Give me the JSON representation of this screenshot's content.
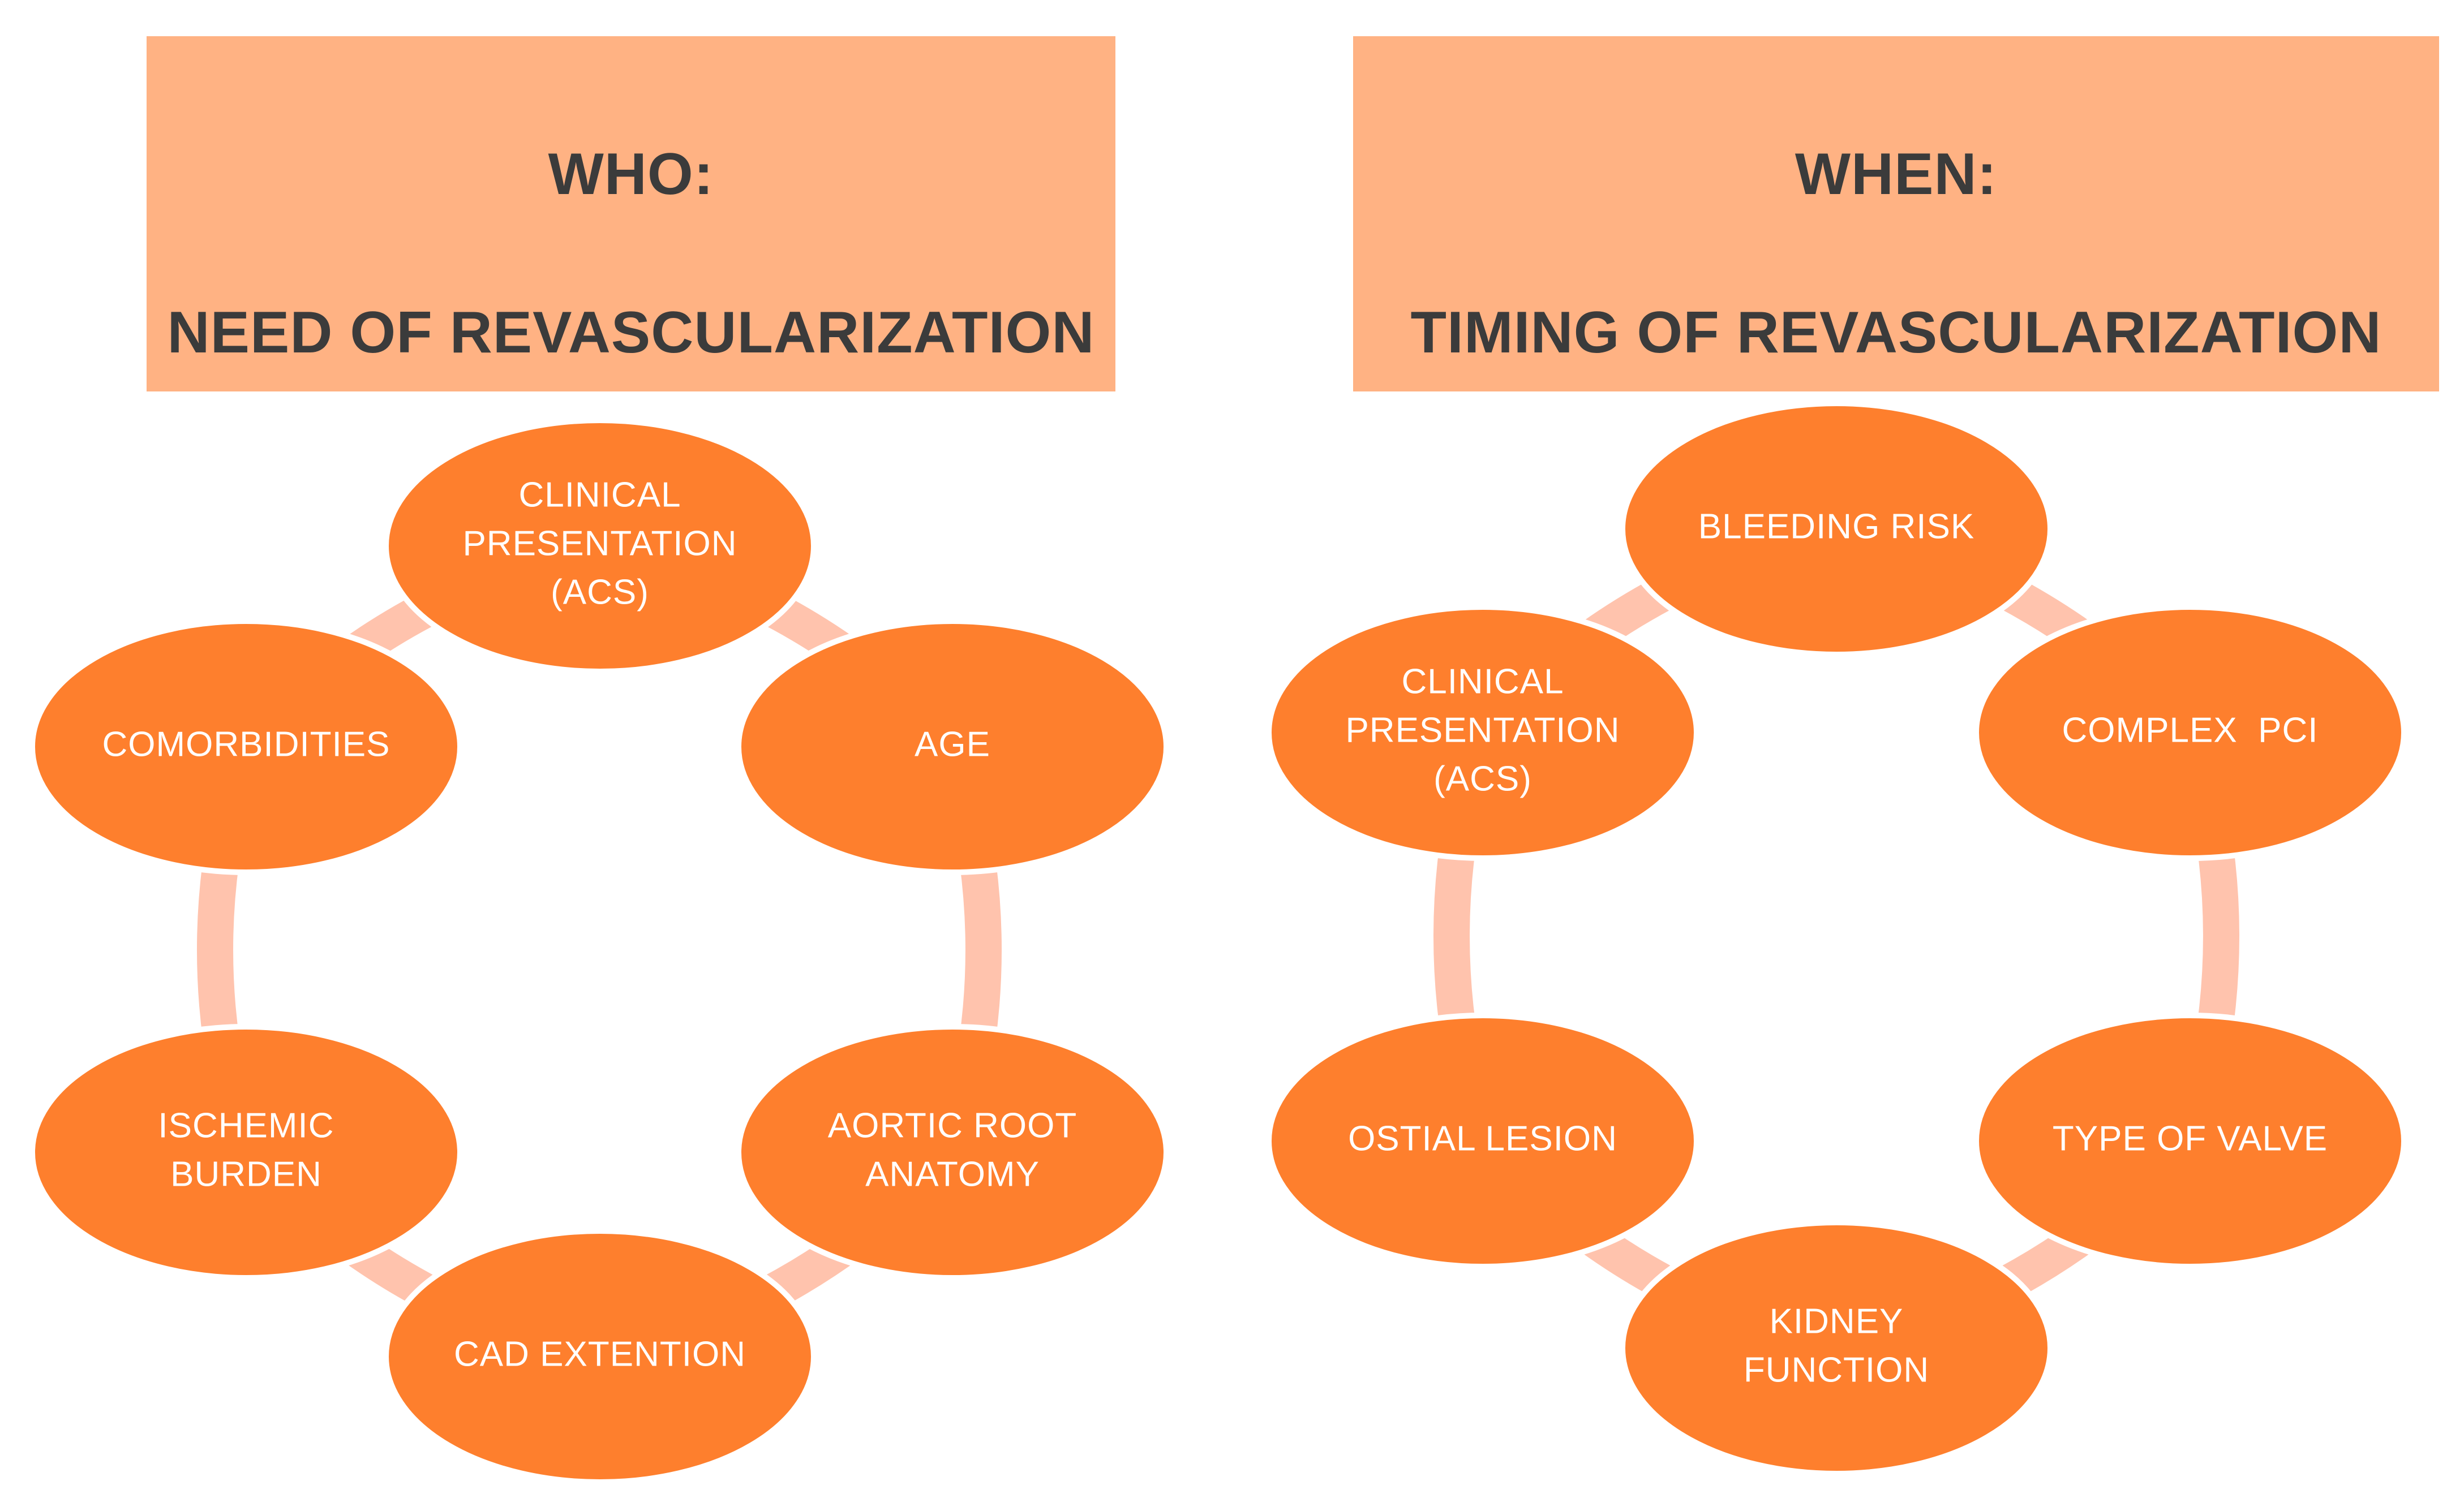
{
  "colors": {
    "header_fill": "#ffb283",
    "header_text": "#3b3b3b",
    "node_fill": "#fe7f2d",
    "node_stroke": "#ffffff",
    "node_text": "#ffffff",
    "connector": "#ffc3ad"
  },
  "left_panel": {
    "header_line1": "WHO:",
    "header_line2": "NEED OF REVASCULARIZATION",
    "nodes": [
      {
        "id": "clinical-presentation",
        "lines": [
          "CLINICAL",
          "PRESENTATION",
          "(ACS)"
        ]
      },
      {
        "id": "age",
        "lines": [
          "AGE"
        ]
      },
      {
        "id": "aortic-root-anatomy",
        "lines": [
          "AORTIC ROOT",
          "ANATOMY"
        ]
      },
      {
        "id": "cad-extention",
        "lines": [
          "CAD EXTENTION"
        ]
      },
      {
        "id": "ischemic-burden",
        "lines": [
          "ISCHEMIC",
          "BURDEN"
        ]
      },
      {
        "id": "comorbidities",
        "lines": [
          "COMORBIDITIES"
        ]
      }
    ]
  },
  "right_panel": {
    "header_line1": "WHEN:",
    "header_line2": "TIMING OF REVASCULARIZATION",
    "nodes": [
      {
        "id": "bleeding-risk",
        "lines": [
          "BLEEDING RISK"
        ]
      },
      {
        "id": "complex-pci",
        "lines": [
          "COMPLEX  PCI"
        ]
      },
      {
        "id": "type-of-valve",
        "lines": [
          "TYPE OF VALVE"
        ]
      },
      {
        "id": "kidney-function",
        "lines": [
          "KIDNEY",
          "FUNCTION"
        ]
      },
      {
        "id": "ostial-lesion",
        "lines": [
          "OSTIAL LESION"
        ]
      },
      {
        "id": "clinical-presentation",
        "lines": [
          "CLINICAL",
          "PRESENTATION",
          "(ACS)"
        ]
      }
    ]
  }
}
